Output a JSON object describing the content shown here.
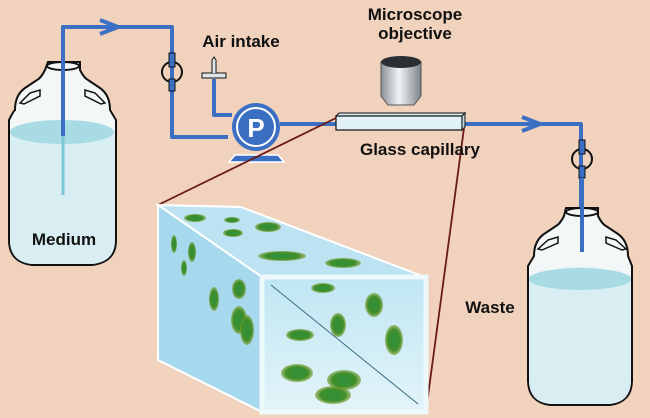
{
  "labels": {
    "medium": "Medium",
    "air_intake": "Air intake",
    "microscope_line1": "Microscope",
    "microscope_line2": "objective",
    "glass_capillary": "Glass capillary",
    "waste": "Waste",
    "pump_letter": "P"
  },
  "colors": {
    "background": "#f1d2bd",
    "tubing": "#3a6fc4",
    "liquid": "#d8eef2",
    "liquid_surface": "#a9dbe4",
    "zoom_lines": "#6b1a1a",
    "cells": "#3c8a2e"
  }
}
